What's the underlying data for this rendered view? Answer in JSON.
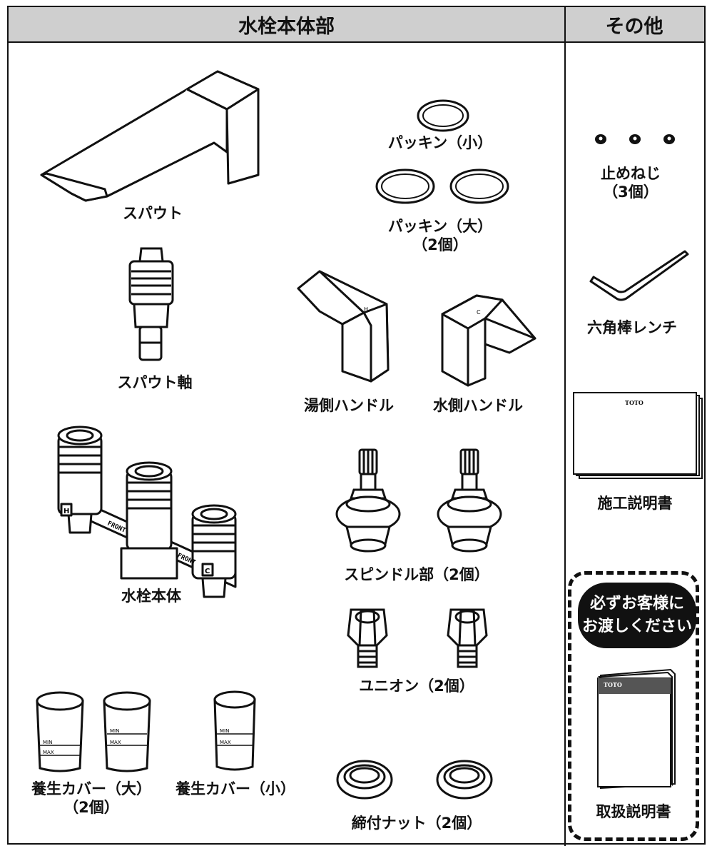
{
  "headers": {
    "main": "水栓本体部",
    "other": "その他"
  },
  "parts": {
    "spout": "スパウト",
    "packing_small": "パッキン（小）",
    "packing_large": "パッキン（大）",
    "packing_large_qty": "（2個）",
    "spout_shaft": "スパウト軸",
    "hot_handle": "湯側ハンドル",
    "cold_handle": "水側ハンドル",
    "faucet_body": "水栓本体",
    "spindle": "スピンドル部（2個）",
    "union": "ユニオン（2個）",
    "cover_large": "養生カバー（大）",
    "cover_large_qty": "（2個）",
    "cover_small": "養生カバー（小）",
    "nut": "締付ナット（2個）"
  },
  "other": {
    "set_screw": "止めねじ",
    "set_screw_qty": "（3個）",
    "hex_wrench": "六角棒レンチ",
    "install_manual": "施工説明書",
    "install_manual_brand": "TOTO",
    "notice_line1": "必ずお客様に",
    "notice_line2": "お渡しください",
    "user_manual_brand": "TOTO",
    "user_manual": "取扱説明書"
  },
  "markings": {
    "cover_min": "MIN",
    "cover_max": "MAX",
    "body_h": "H",
    "body_c": "C",
    "body_front": "FRONT"
  }
}
